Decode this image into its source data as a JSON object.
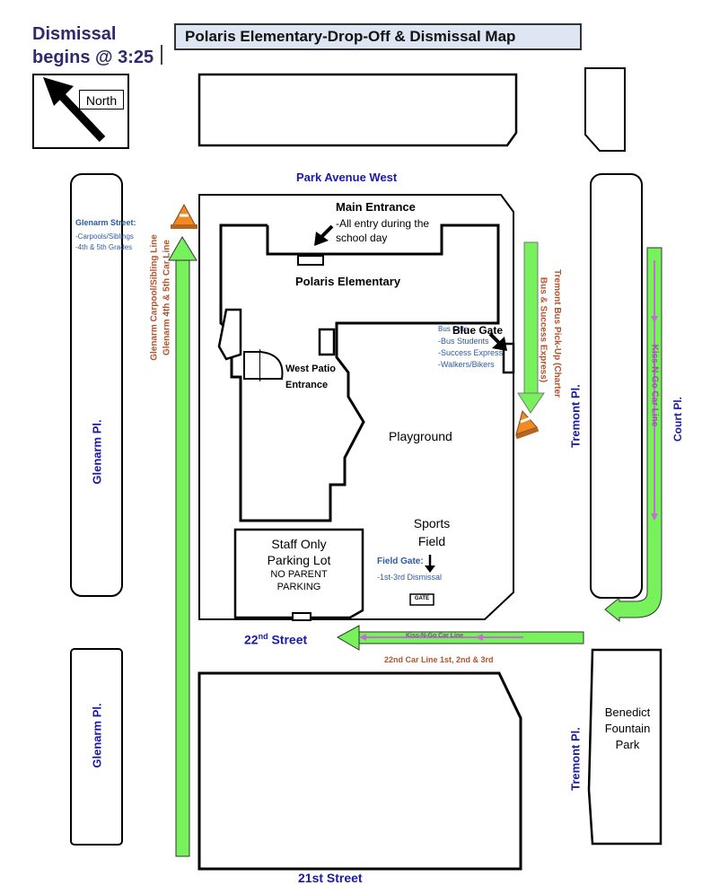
{
  "header": {
    "dismissal_line1": "Dismissal",
    "dismissal_line2": "begins @ 3:25",
    "title": "Polaris Elementary-Drop-Off & Dismissal Map",
    "compass_label": "North"
  },
  "streets": {
    "park_avenue_west": "Park Avenue West",
    "street_22nd_prefix": "22",
    "street_22nd_sup": "nd",
    "street_22nd_suffix": " Street",
    "street_21st": "21st Street",
    "glenarm_upper": "Glenarm Pl.",
    "glenarm_lower": "Glenarm Pl.",
    "tremont_upper": "Tremont Pl.",
    "tremont_lower": "Tremont Pl.",
    "court": "Court Pl."
  },
  "school": {
    "main_entrance_title": "Main Entrance",
    "main_entrance_line1": "-All entry during the",
    "main_entrance_line2": "school day",
    "name": "Polaris Elementary",
    "west_patio_line1": "West Patio",
    "west_patio_line2": "Entrance",
    "blue_gate_title": "Blue Gate",
    "blue_gate_overlap": "Bus Gate",
    "blue_gate_items": [
      "-Bus Students",
      "-Success Express",
      "-Walkers/Bikers"
    ],
    "playground": "Playground",
    "sports_field_line1": "Sports",
    "sports_field_line2": "Field",
    "field_gate_title": "Field Gate:",
    "field_gate_item": "-1st-3rd Dismissal",
    "gate_sign": "GATE",
    "staff_lot_line1": "Staff Only",
    "staff_lot_line2": "Parking Lot",
    "staff_lot_line3": "NO PARENT",
    "staff_lot_line4": "PARKING"
  },
  "glenarm_notes": {
    "title": "Glenarm Street:",
    "items": [
      "-Carpools/Siblings",
      "-4th & 5th Grades"
    ],
    "car_line_1": "Glenarm Carpool/Sibling Line",
    "car_line_2": "Glenarm 4th & 5th Car Line"
  },
  "tremont_bus": {
    "line1": "Tremont Bus Pick-Up (Charter",
    "line2": "Bus & Success Express)"
  },
  "kiss_n_go": {
    "vertical": "Kiss-N-Go Car Line",
    "horizontal": "Kiss-N-Go Car Line"
  },
  "car_line_22nd": "22nd Car Line 1st, 2nd & 3rd",
  "park": {
    "line1": "Benedict",
    "line2": "Fountain",
    "line3": "Park"
  },
  "colors": {
    "route_green": "#77f25c",
    "street_blue": "#1a1aa6",
    "note_red": "#b3532c",
    "note_blue": "#2c5aa0",
    "kiss_purple": "#c36fd0",
    "cone_orange": "#f08a24"
  }
}
